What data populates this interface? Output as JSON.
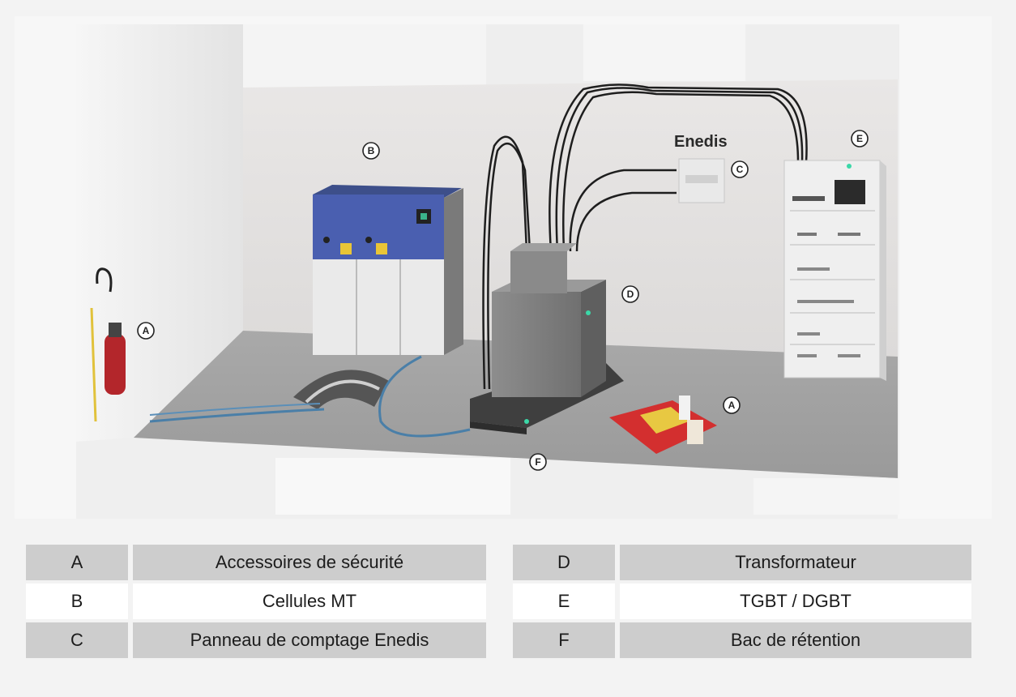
{
  "scene": {
    "brand": "Enedis",
    "markers": [
      {
        "id": "A1",
        "letter": "A"
      },
      {
        "id": "A2",
        "letter": "A"
      },
      {
        "id": "B",
        "letter": "B"
      },
      {
        "id": "C",
        "letter": "C"
      },
      {
        "id": "D",
        "letter": "D"
      },
      {
        "id": "E",
        "letter": "E"
      },
      {
        "id": "F",
        "letter": "F"
      }
    ]
  },
  "legend": {
    "left": [
      {
        "letter": "A",
        "desc": "Accessoires de sécurité"
      },
      {
        "letter": "B",
        "desc": "Cellules MT"
      },
      {
        "letter": "C",
        "desc": "Panneau de comptage Enedis"
      }
    ],
    "right": [
      {
        "letter": "D",
        "desc": "Transformateur"
      },
      {
        "letter": "E",
        "desc": "TGBT / DGBT"
      },
      {
        "letter": "F",
        "desc": "Bac de rétention"
      }
    ]
  }
}
